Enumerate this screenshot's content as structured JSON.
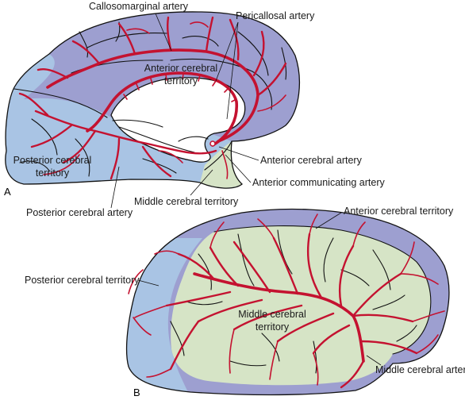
{
  "colors": {
    "anterior_territory": "#9d9fd0",
    "posterior_territory": "#a9c4e4",
    "middle_territory": "#d6e4c6",
    "artery": "#c41230",
    "outline": "#111111"
  },
  "panel_a": {
    "panel_label": "A",
    "labels": {
      "callosomarginal_artery": "Callosomarginal artery",
      "pericallosal_artery": "Pericallosal artery",
      "anterior_cerebral_territory": [
        "Anterior cerebral",
        "territory"
      ],
      "posterior_cerebral_territory": [
        "Posterior cerebral",
        "territory"
      ],
      "anterior_cerebral_artery": "Anterior cerebral artery",
      "anterior_communicating_artery": "Anterior communicating artery",
      "middle_cerebral_territory": "Middle cerebral territory",
      "posterior_cerebral_artery": "Posterior cerebral artery"
    }
  },
  "panel_b": {
    "panel_label": "B",
    "labels": {
      "anterior_cerebral_territory": "Anterior cerebral territory",
      "posterior_cerebral_territory": "Posterior cerebral territory",
      "middle_cerebral_territory": [
        "Middle cerebral",
        "territory"
      ],
      "middle_cerebral_artery": "Middle cerebral artery"
    }
  }
}
